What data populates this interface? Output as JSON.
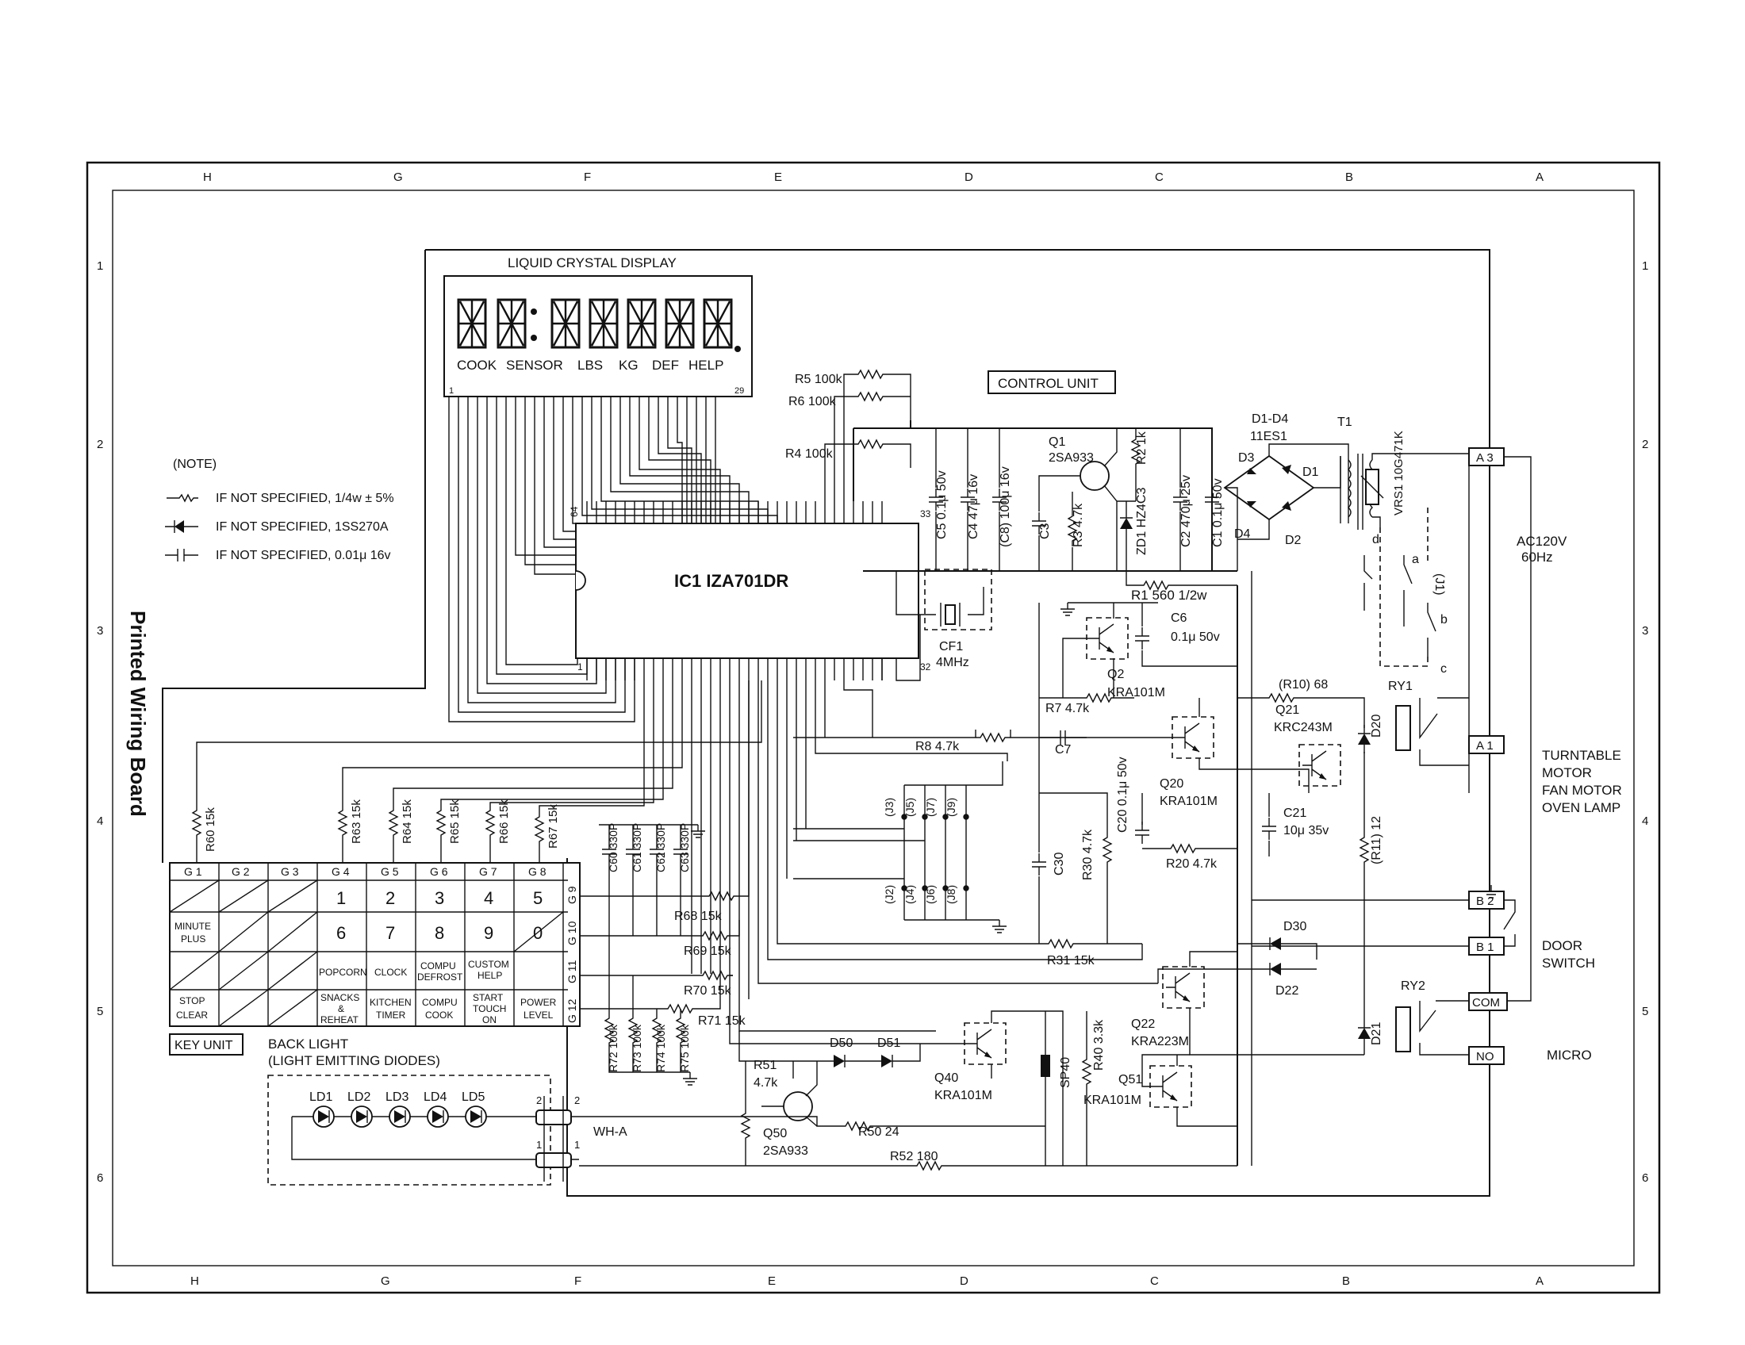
{
  "frame": {
    "columns_top": [
      "H",
      "G",
      "F",
      "E",
      "D",
      "C",
      "B",
      "A"
    ],
    "columns_bottom": [
      "H",
      "G",
      "F",
      "E",
      "D",
      "C",
      "B",
      "A"
    ],
    "rows": [
      "1",
      "2",
      "3",
      "4",
      "5",
      "6"
    ]
  },
  "title": "Printed Wiring Board",
  "control_unit_label": "CONTROL UNIT",
  "lcd": {
    "label": "LIQUID CRYSTAL DISPLAY",
    "indicators": [
      "COOK",
      "SENSOR",
      "LBS",
      "KG",
      "DEF",
      "HELP"
    ],
    "pin_first": "1",
    "pin_last": "29"
  },
  "notes": {
    "heading": "(NOTE)",
    "items": [
      "IF NOT SPECIFIED, 1/4w ± 5%",
      "IF NOT SPECIFIED, 1SS270A",
      "IF NOT SPECIFIED, 0.01μ 16v"
    ]
  },
  "ic1": {
    "label": "IC1  IZA701DR",
    "pin_64": "64",
    "pin_33": "33",
    "pin_1": "1",
    "pin_32": "32"
  },
  "components": {
    "r5": "R5 100k",
    "r6": "R6 100k",
    "r4": "R4 100k",
    "c5": "C5 0.1μ 50v",
    "c4": "C4 47μ 16v",
    "c8": "(C8) 100μ 16v",
    "c3": "C3",
    "r3": "R3 4.7k",
    "q1_name": "Q1",
    "q1_type": "2SA933",
    "r2": "R2 1k",
    "zd1": "ZD1 HZ4C3",
    "c2": "C2 470μ 25v",
    "c1": "C1 0.1μ 50v",
    "r1": "R1  560  1/2w",
    "d1d4": "D1-D4",
    "d1d4_type": "11ES1",
    "d1": "D1",
    "d2": "D2",
    "d3": "D3",
    "d4": "D4",
    "t1": "T1",
    "vrs1": "VRS1 10G471K",
    "j1": "(J1)",
    "sw_a": "a",
    "sw_b": "b",
    "sw_c": "c",
    "sw_d": "d",
    "cf1": "CF1",
    "cf1_freq": "4MHz",
    "c6": "C6",
    "c6_val": "0.1μ 50v",
    "q2_name": "Q2",
    "q2_type": "KRA101M",
    "r10": "(R10) 68",
    "q21_name": "Q21",
    "q21_type": "KRC243M",
    "d20": "D20",
    "ry1": "RY1",
    "r7": "R7 4.7k",
    "r8": "R8 4.7k",
    "c7": "C7",
    "q20_name": "Q20",
    "q20_type": "KRA101M",
    "c20": "C20 0.1μ 50v",
    "c21": "C21",
    "c21_val": "10μ 35v",
    "r11": "(R11) 12",
    "c30": "C30",
    "r30": "R30 4.7k",
    "r20": "R20 4.7k",
    "r31": "R31 15k",
    "d30": "D30",
    "d22": "D22",
    "q22_name": "Q22",
    "q22_type": "KRA223M",
    "d21": "D21",
    "ry2": "RY2",
    "q40_name": "Q40",
    "q40_type": "KRA101M",
    "sp40": "SP40",
    "r40": "R40 3.3k",
    "q51_name": "Q51",
    "q51_type": "KRA101M",
    "d50": "D50",
    "d51": "D51",
    "r51": "R51",
    "r51_val": "4.7k",
    "q50_name": "Q50",
    "q50_type": "2SA933",
    "r50": "R50 24",
    "r52": "R52 180",
    "wh_a": "WH-A",
    "wh_pin2a": "2",
    "wh_pin2b": "2",
    "wh_pin1a": "1",
    "wh_pin1b": "1",
    "r60": "R60 15k",
    "r63": "R63 15k",
    "r64": "R64 15k",
    "r65": "R65 15k",
    "r66": "R66 15k",
    "r67": "R67 15k",
    "c60": "C60 330P",
    "c61": "C61 330P",
    "c62": "C62 330P",
    "c63": "C63 330P",
    "r68": "R68 15k",
    "r69": "R69 15k",
    "r70": "R70 15k",
    "r71": "R71 15k",
    "r72": "R72 100k",
    "r73": "R73 100k",
    "r74": "R74 100k",
    "r75": "R75 100k",
    "j_left": [
      "(J3)",
      "(J5)",
      "(J7)",
      "(J9)"
    ],
    "j_left2": [
      "(J2)",
      "(J4)",
      "(J6)",
      "(J8)"
    ]
  },
  "connectors": {
    "a3": "A 3",
    "a1": "A 1",
    "b2": "B 2",
    "b1": "B 1",
    "com": "COM",
    "no": "NO"
  },
  "external": {
    "ac": "AC120V",
    "hz": "60Hz",
    "turntable": "TURNTABLE",
    "motor": "MOTOR",
    "fan": "FAN MOTOR",
    "lamp": "OVEN LAMP",
    "door": "DOOR",
    "switch": "SWITCH",
    "micro": "MICRO"
  },
  "key_unit": {
    "label": "KEY UNIT",
    "cols": [
      "G 1",
      "G 2",
      "G 3",
      "G 4",
      "G 5",
      "G 6",
      "G 7",
      "G 8"
    ],
    "rows": [
      "G 9",
      "G 10",
      "G 11",
      "G 12"
    ],
    "row1": [
      "1",
      "2",
      "3",
      "4",
      "5"
    ],
    "row2": [
      "6",
      "7",
      "8",
      "9",
      "0"
    ],
    "minute": "MINUTE",
    "plus": "PLUS",
    "popcorn": "POPCORN",
    "clock": "CLOCK",
    "compu_defrost_1": "COMPU",
    "compu_defrost_2": "DEFROST",
    "custom_help_1": "CUSTOM",
    "custom_help_2": "HELP",
    "stop": "STOP",
    "clear": "CLEAR",
    "snacks_1": "SNACKS",
    "snacks_2": "&",
    "snacks_3": "REHEAT",
    "kitchen_1": "KITCHEN",
    "kitchen_2": "TIMER",
    "compu_cook_1": "COMPU",
    "compu_cook_2": "COOK",
    "start_1": "START",
    "start_2": "TOUCH",
    "start_3": "ON",
    "power_1": "POWER",
    "power_2": "LEVEL"
  },
  "backlight": {
    "label_1": "BACK LIGHT",
    "label_2": "(LIGHT EMITTING DIODES)",
    "leds": [
      "LD1",
      "LD2",
      "LD3",
      "LD4",
      "LD5"
    ]
  }
}
